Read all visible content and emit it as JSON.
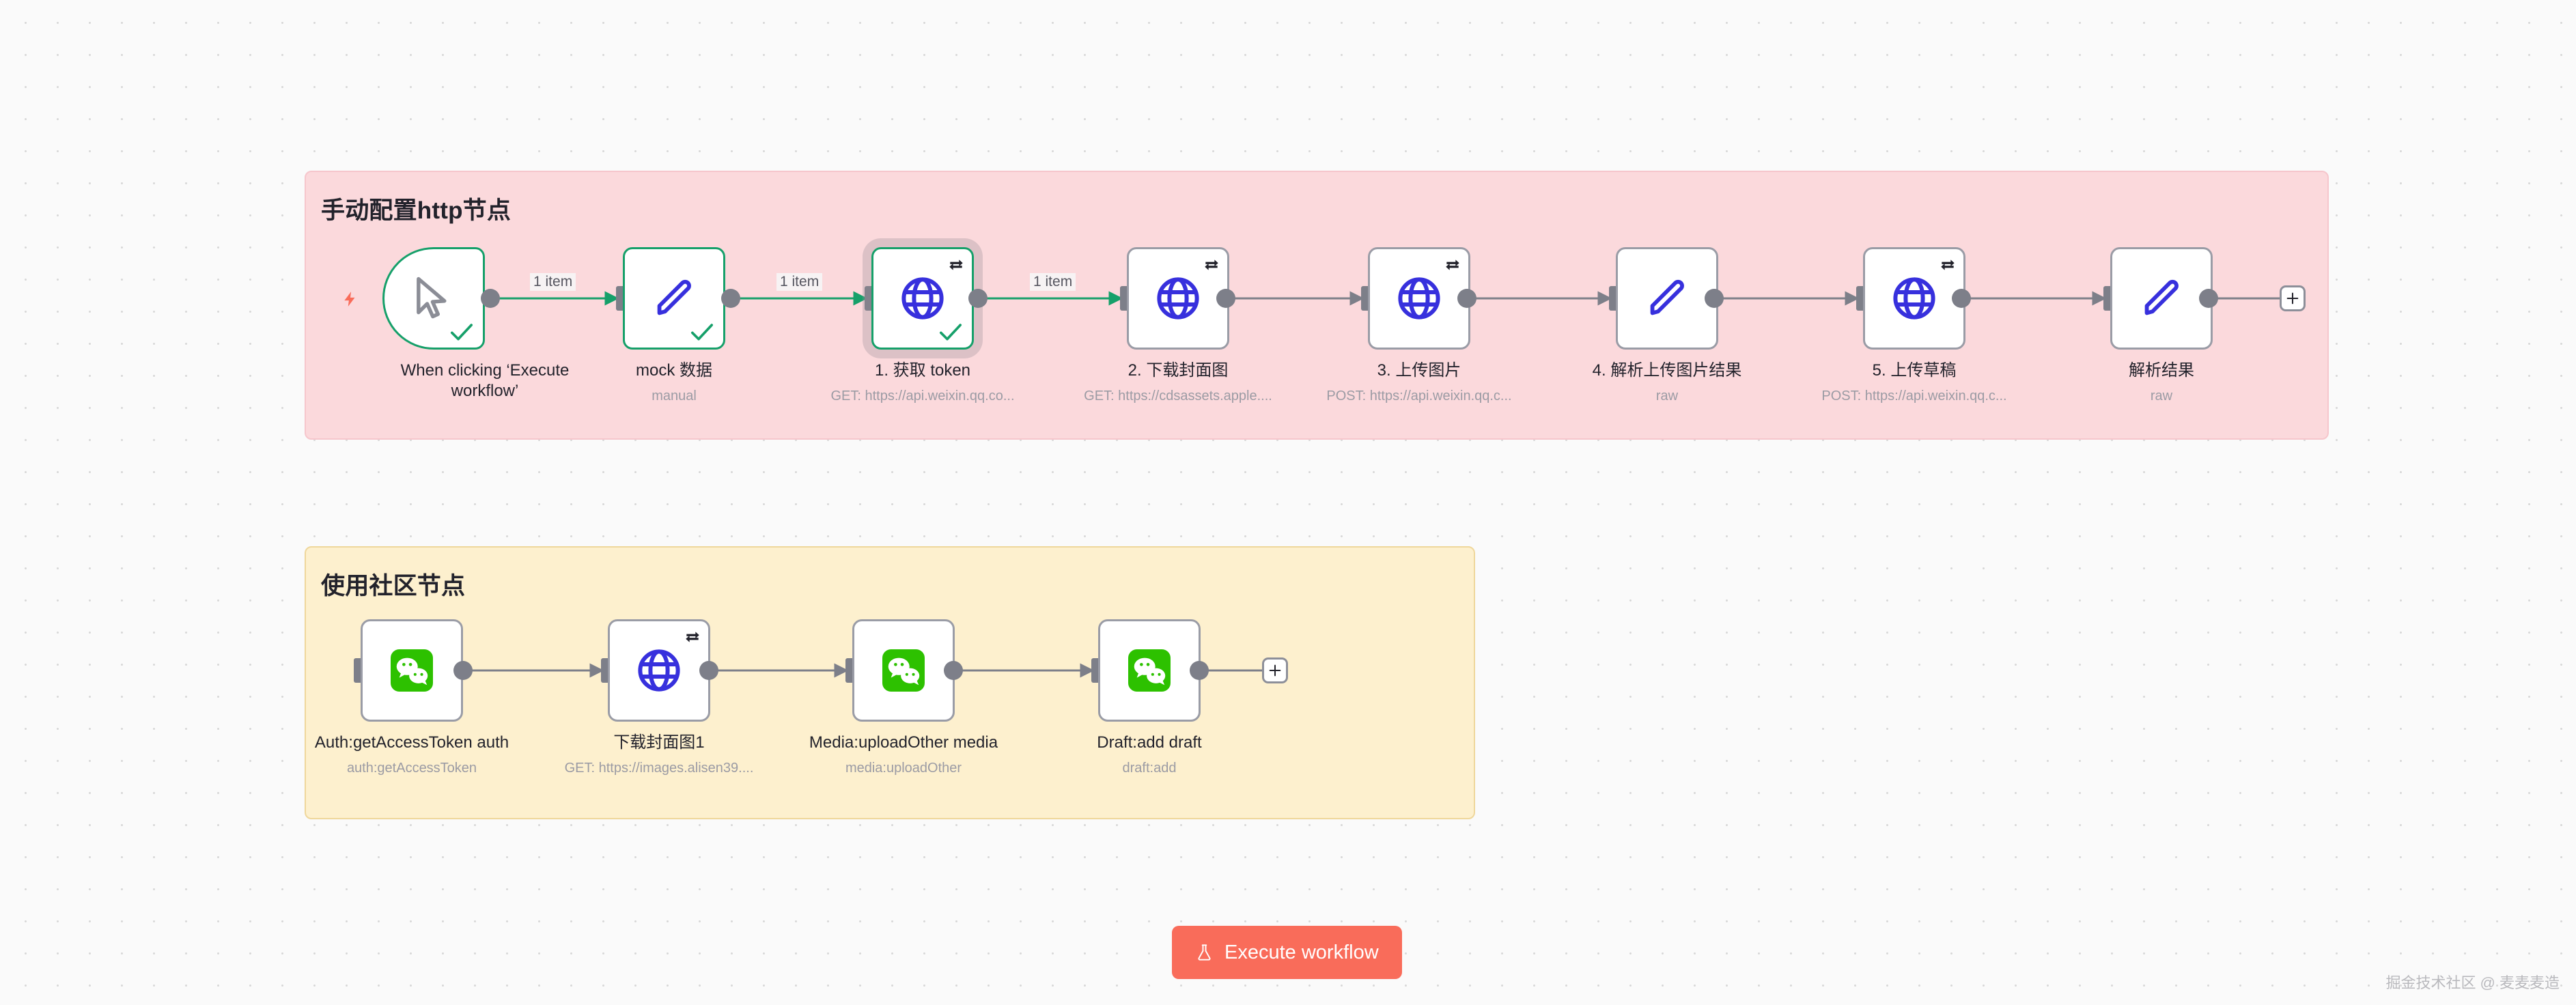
{
  "canvas": {
    "background_color": "#fafafa",
    "grid": "dot-grid"
  },
  "notes": [
    {
      "id": "pink",
      "title": "手动配置http节点",
      "background_color": "#fbd9dc",
      "border_color": "#f6c6cc"
    },
    {
      "id": "yellow",
      "title": "使用社区节点",
      "background_color": "#fdf0ce",
      "border_color": "#efd79b"
    }
  ],
  "workflow_top": {
    "nodes": [
      {
        "name": "When clicking ‘Execute workflow’",
        "subtitle": "",
        "icon": "mouse-pointer-icon",
        "shape": "trigger",
        "status": "success",
        "has_retry": false,
        "has_check": true,
        "has_bolt": true,
        "selected": false
      },
      {
        "name": "mock 数据",
        "subtitle": "manual",
        "icon": "edit-pen-icon",
        "shape": "rect",
        "status": "success",
        "has_retry": false,
        "has_check": true,
        "has_bolt": false,
        "selected": false
      },
      {
        "name": "1. 获取 token",
        "subtitle": "GET: https://api.weixin.qq.co...",
        "icon": "globe-icon",
        "shape": "rect",
        "status": "success",
        "has_retry": true,
        "has_check": true,
        "has_bolt": false,
        "selected": true
      },
      {
        "name": "2. 下载封面图",
        "subtitle": "GET: https://cdsassets.apple....",
        "icon": "globe-icon",
        "shape": "rect",
        "status": "idle",
        "has_retry": true,
        "has_check": false,
        "has_bolt": false,
        "selected": false
      },
      {
        "name": "3. 上传图片",
        "subtitle": "POST: https://api.weixin.qq.c...",
        "icon": "globe-icon",
        "shape": "rect",
        "status": "idle",
        "has_retry": true,
        "has_check": false,
        "has_bolt": false,
        "selected": false
      },
      {
        "name": "4. 解析上传图片结果",
        "subtitle": "raw",
        "icon": "edit-pen-icon",
        "shape": "rect",
        "status": "idle",
        "has_retry": false,
        "has_check": false,
        "has_bolt": false,
        "selected": false
      },
      {
        "name": "5. 上传草稿",
        "subtitle": "POST: https://api.weixin.qq.c...",
        "icon": "globe-icon",
        "shape": "rect",
        "status": "idle",
        "has_retry": true,
        "has_check": false,
        "has_bolt": false,
        "selected": false
      },
      {
        "name": "解析结果",
        "subtitle": "raw",
        "icon": "edit-pen-icon",
        "shape": "rect",
        "status": "idle",
        "has_retry": false,
        "has_check": false,
        "has_bolt": false,
        "selected": false
      }
    ],
    "connection_labels": [
      "1 item",
      "1 item",
      "1 item"
    ],
    "add_node_label": "+"
  },
  "workflow_bottom": {
    "nodes": [
      {
        "name": "Auth:getAccessToken auth",
        "subtitle": "auth:getAccessToken",
        "icon": "wechat-icon",
        "shape": "rect",
        "status": "idle",
        "has_retry": false
      },
      {
        "name": "下载封面图1",
        "subtitle": "GET: https://images.alisen39....",
        "icon": "globe-icon",
        "shape": "rect",
        "status": "idle",
        "has_retry": true
      },
      {
        "name": "Media:uploadOther media",
        "subtitle": "media:uploadOther",
        "icon": "wechat-icon",
        "shape": "rect",
        "status": "idle",
        "has_retry": false
      },
      {
        "name": "Draft:add draft",
        "subtitle": "draft:add",
        "icon": "wechat-icon",
        "shape": "rect",
        "status": "idle",
        "has_retry": false
      }
    ],
    "add_node_label": "+"
  },
  "execute_button": {
    "label": "Execute workflow",
    "icon": "flask-icon",
    "color": "#f96c5a"
  },
  "watermark": {
    "text": "掘金技术社区 @ 麦麦麦造"
  },
  "colors": {
    "success_green": "#16a06a",
    "node_border_gray": "#9a9ca6",
    "icon_blue": "#3730dd",
    "wechat_green": "#2dc100",
    "accent_coral": "#f96c5a"
  }
}
